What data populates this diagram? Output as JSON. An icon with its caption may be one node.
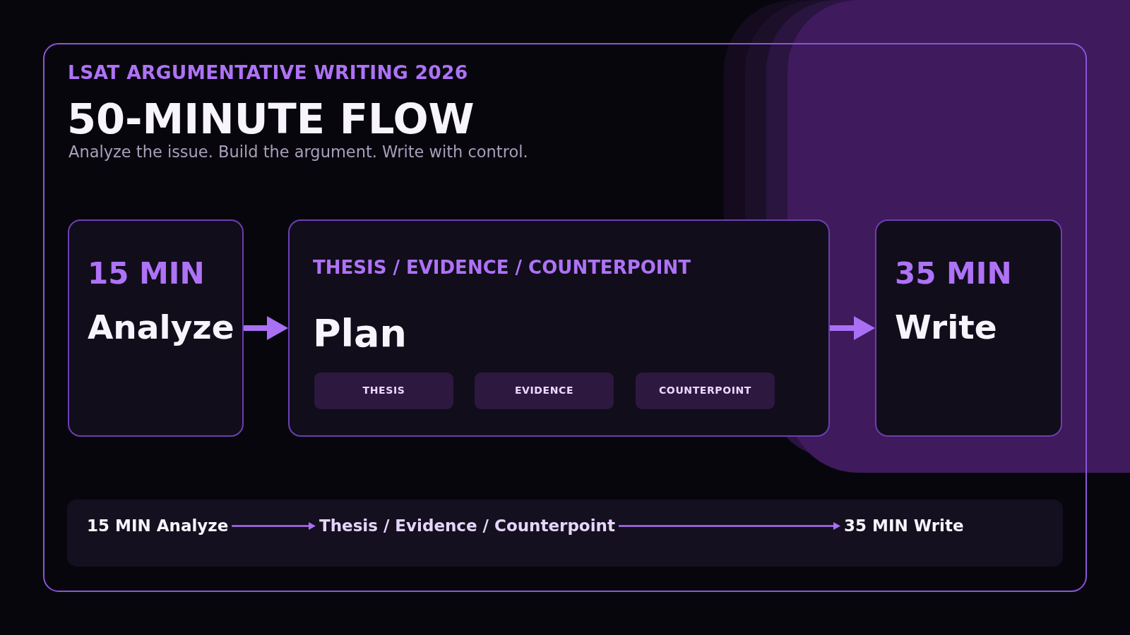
{
  "diagram": {
    "title": "50-MINUTE FLOW",
    "nodes": [
      {
        "text": [
          "15 MIN",
          "Analyze"
        ]
      },
      {
        "text": [
          "THESIS / EVIDENCE / COUNTERPOINT",
          "Plan"
        ]
      },
      {
        "text": [
          "THESIS"
        ],
        "in": 1
      },
      {
        "text": [
          "EVIDENCE"
        ],
        "in": 1
      },
      {
        "text": [
          "COUNTERPOINT"
        ],
        "in": 1
      },
      {
        "text": [
          "35 MIN",
          "Write"
        ]
      },
      {
        "text": [],
        "shape": "bar"
      },
      {
        "text": [
          "15 MIN Analyze"
        ],
        "in": 6
      },
      {
        "text": [
          "Thesis / Evidence / Counterpoint"
        ],
        "in": 6
      },
      {
        "text": [
          "35 MIN Write"
        ],
        "in": 6
      }
    ],
    "edges": [
      {
        "from": 0,
        "to": 1,
        "arrow": "to"
      },
      {
        "from": 1,
        "to": 5,
        "arrow": "to"
      },
      {
        "from": 7,
        "to": 8,
        "arrow": "to"
      },
      {
        "from": 8,
        "to": 9,
        "arrow": "to"
      }
    ],
    "labels": [
      "LSAT ARGUMENTATIVE WRITING 2026",
      "Analyze the issue. Build the argument. Write with control."
    ]
  }
}
